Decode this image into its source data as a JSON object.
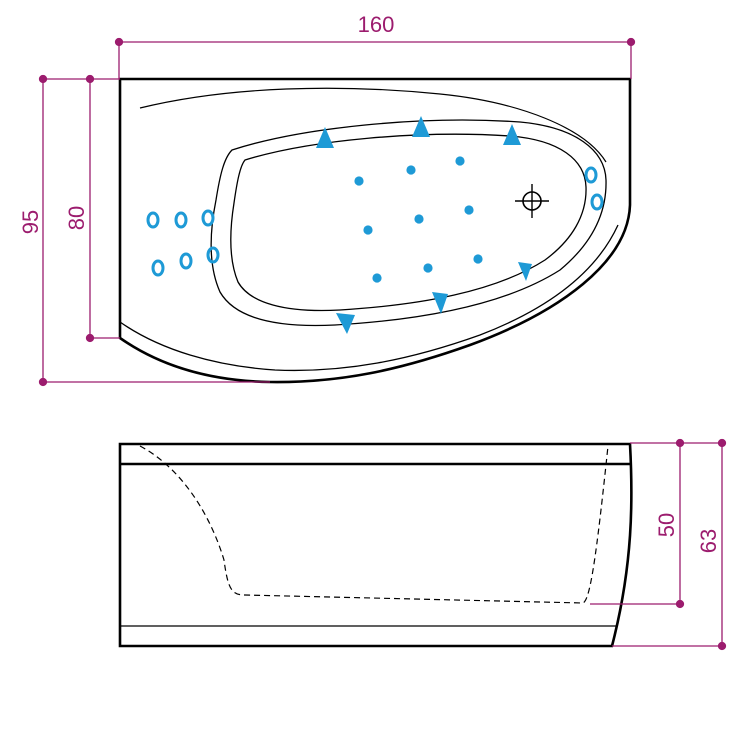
{
  "colors": {
    "outline": "#000000",
    "dimension": "#9c1c6e",
    "jet": "#1e9ad6",
    "background": "#ffffff"
  },
  "dimensions": {
    "length": "160",
    "outer_width": "95",
    "inner_width": "80",
    "inner_height": "50",
    "outer_height": "63"
  },
  "features": {
    "drain_icon": "crosshair-icon",
    "jet_icon": "air-jet-icon",
    "nozzle_icon": "hydro-nozzle-icon"
  }
}
